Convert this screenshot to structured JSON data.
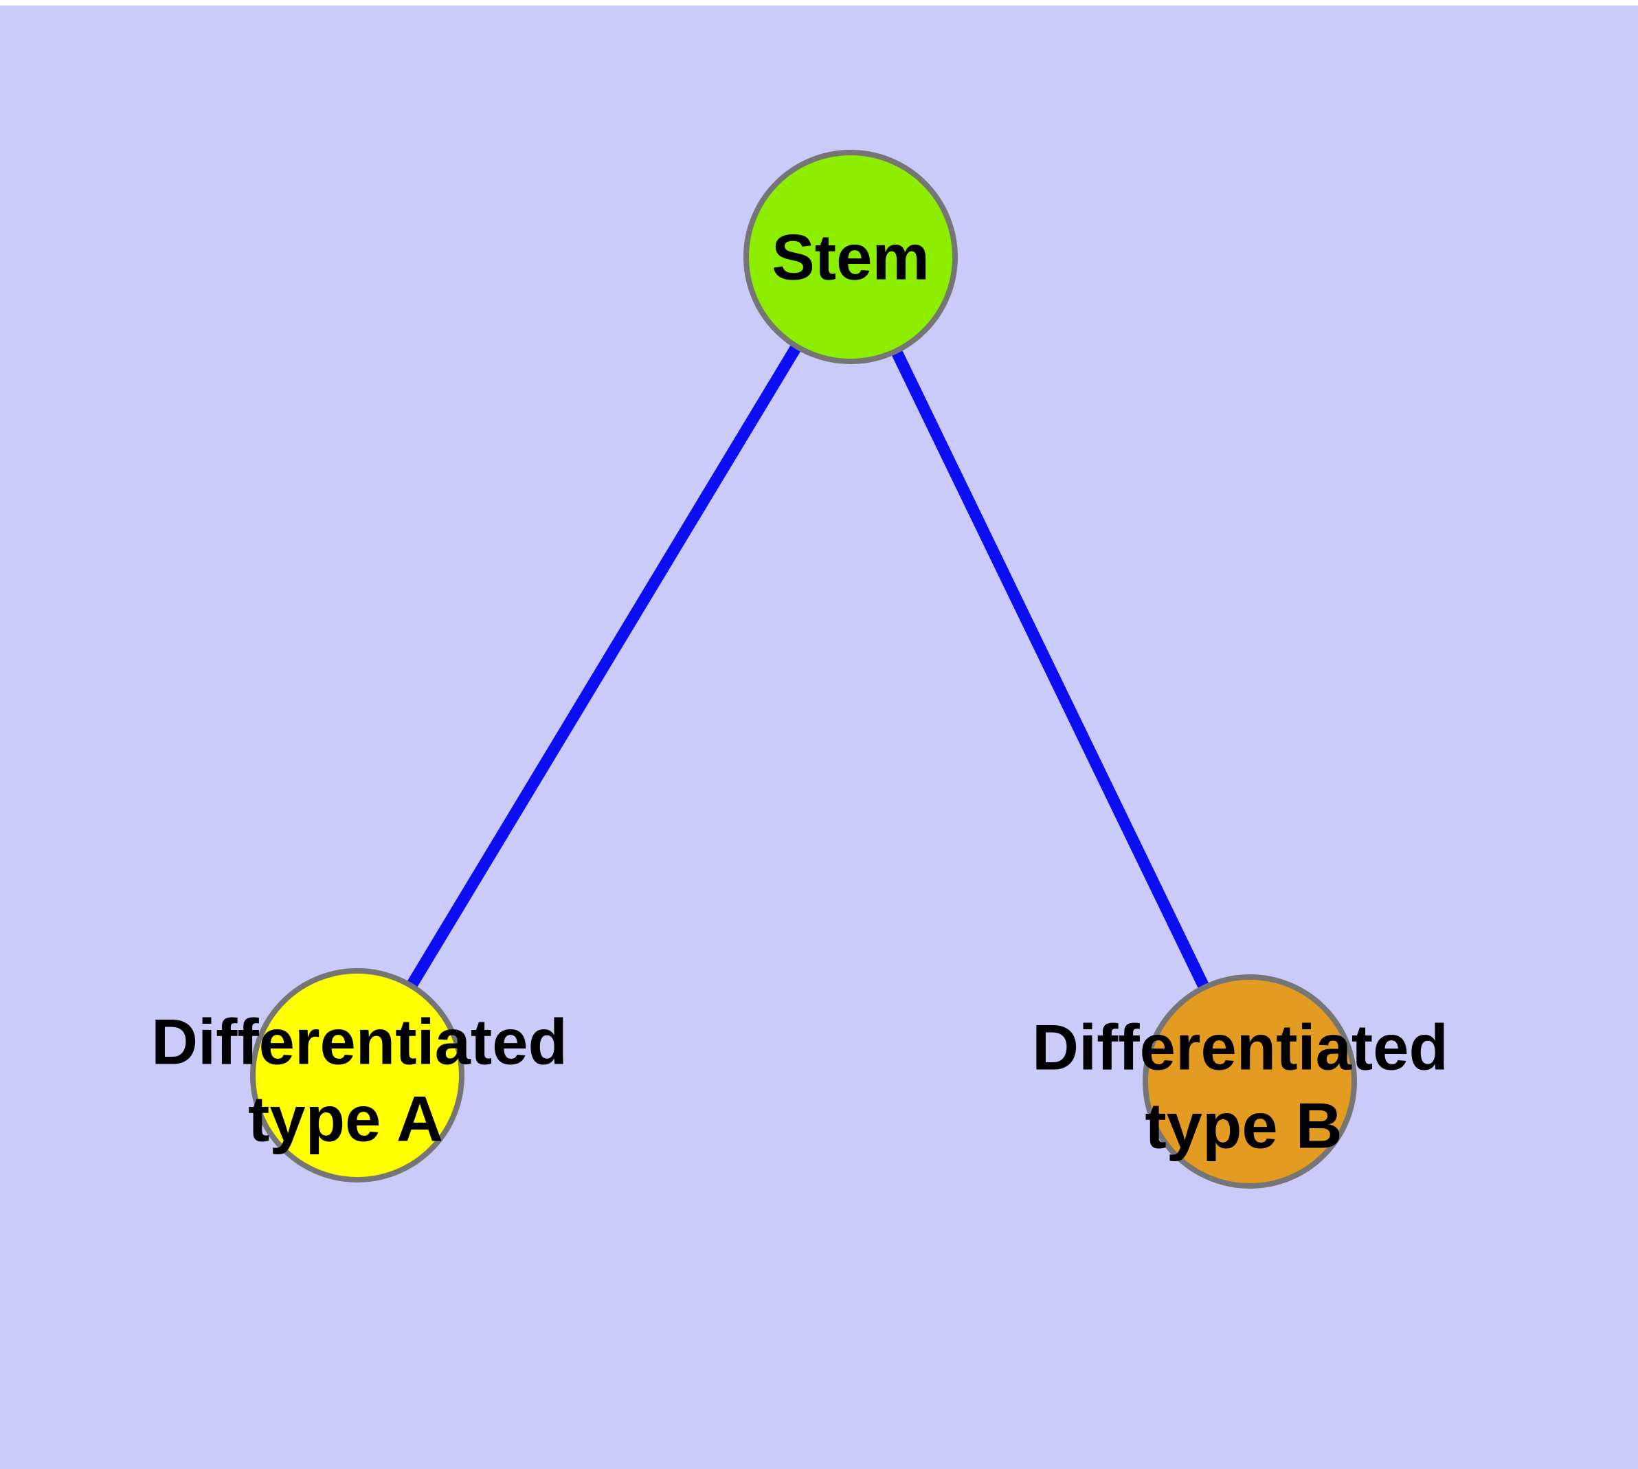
{
  "diagram": {
    "background_color": "#CBCBFA",
    "node_border_color": "#757575",
    "text_color": "#000000",
    "nodes": {
      "stem": {
        "label": "Stem",
        "fill": "#8DEE00"
      },
      "type_a": {
        "label_line1": "Differentiated",
        "label_line2": "type A",
        "fill": "#FFFF00"
      },
      "type_b": {
        "label_line1": "Differentiated",
        "label_line2": "type B",
        "fill": "#E49B22"
      }
    },
    "edges": {
      "color": "#0D0DF2",
      "connections": [
        {
          "from": "Stem",
          "to": "Differentiated type A"
        },
        {
          "from": "Stem",
          "to": "Differentiated type B"
        }
      ]
    }
  }
}
